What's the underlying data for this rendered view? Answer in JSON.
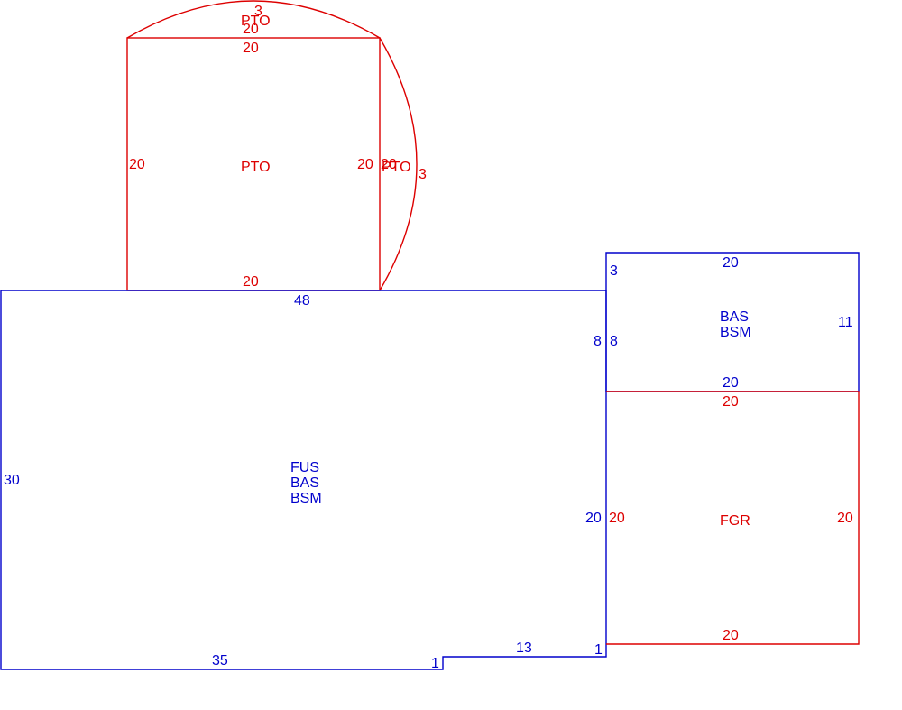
{
  "colors": {
    "blue": "#0000cc",
    "red": "#dd0000",
    "background": "#ffffff"
  },
  "main": {
    "labels": [
      "FUS",
      "BAS",
      "BSM"
    ],
    "dims": {
      "top": "48",
      "left": "30",
      "bottom_main": "35",
      "step_vertical": "1",
      "bottom_short": "13",
      "right_lower": "20",
      "right_upper": "8",
      "corner": "1"
    }
  },
  "addition": {
    "labels": [
      "BAS",
      "BSM"
    ],
    "dims": {
      "top": "20",
      "left_top": "3",
      "left": "8",
      "right": "11",
      "bottom": "20"
    }
  },
  "garage": {
    "label": "FGR",
    "dims": {
      "top": "20",
      "left": "20",
      "right": "20",
      "bottom": "20"
    }
  },
  "porch_rect": {
    "label": "PTO",
    "dims": {
      "top": "20",
      "left": "20",
      "right": "20",
      "bottom": "20"
    }
  },
  "porch_top_arc": {
    "label": "PTO",
    "dims": {
      "chord": "20",
      "rise": "3"
    }
  },
  "porch_right_arc": {
    "label": "PTO",
    "dims": {
      "chord": "20",
      "rise": "3"
    }
  }
}
